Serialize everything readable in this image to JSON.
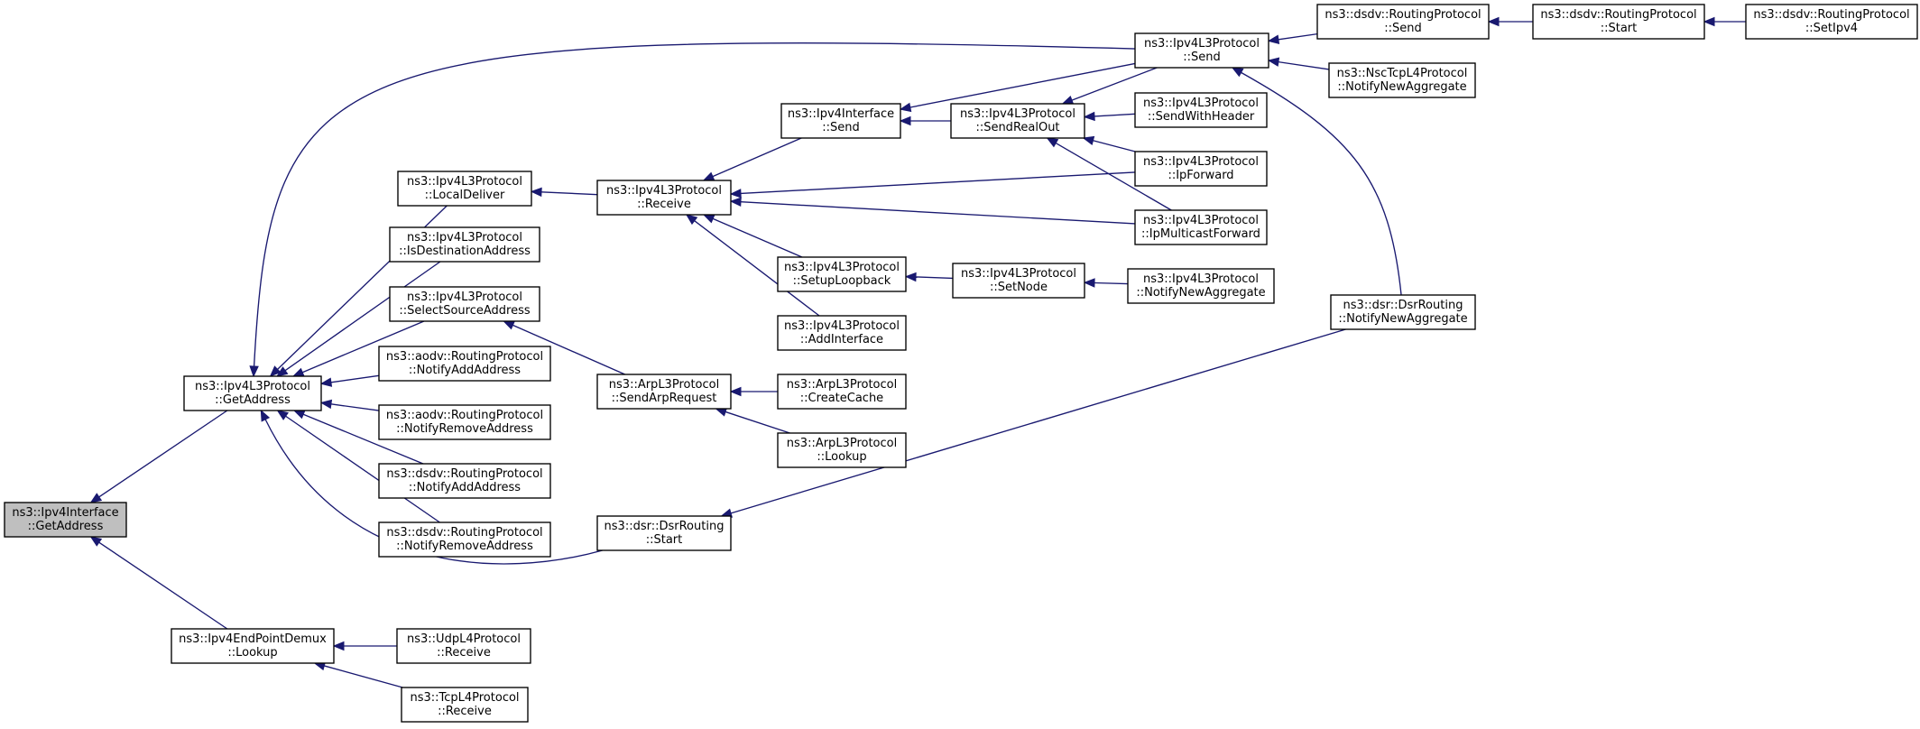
{
  "graph": {
    "nodes": [
      {
        "id": "n0",
        "lines": [
          "ns3::Ipv4Interface",
          "::GetAddress"
        ],
        "focus": true
      },
      {
        "id": "n1",
        "lines": [
          "ns3::Ipv4L3Protocol",
          "::GetAddress"
        ]
      },
      {
        "id": "n2",
        "lines": [
          "ns3::Ipv4EndPointDemux",
          "::Lookup"
        ]
      },
      {
        "id": "n3",
        "lines": [
          "ns3::Ipv4L3Protocol",
          "::LocalDeliver"
        ]
      },
      {
        "id": "n4",
        "lines": [
          "ns3::Ipv4L3Protocol",
          "::IsDestinationAddress"
        ]
      },
      {
        "id": "n5",
        "lines": [
          "ns3::Ipv4L3Protocol",
          "::SelectSourceAddress"
        ]
      },
      {
        "id": "n6",
        "lines": [
          "ns3::aodv::RoutingProtocol",
          "::NotifyAddAddress"
        ]
      },
      {
        "id": "n7",
        "lines": [
          "ns3::aodv::RoutingProtocol",
          "::NotifyRemoveAddress"
        ]
      },
      {
        "id": "n8",
        "lines": [
          "ns3::dsdv::RoutingProtocol",
          "::NotifyAddAddress"
        ]
      },
      {
        "id": "n9",
        "lines": [
          "ns3::dsdv::RoutingProtocol",
          "::NotifyRemoveAddress"
        ]
      },
      {
        "id": "n10",
        "lines": [
          "ns3::Ipv4L3Protocol",
          "::Receive"
        ]
      },
      {
        "id": "n11",
        "lines": [
          "ns3::ArpL3Protocol",
          "::SendArpRequest"
        ]
      },
      {
        "id": "n12",
        "lines": [
          "ns3::dsr::DsrRouting",
          "::Start"
        ]
      },
      {
        "id": "n13",
        "lines": [
          "ns3::Ipv4Interface",
          "::Send"
        ]
      },
      {
        "id": "n14",
        "lines": [
          "ns3::Ipv4L3Protocol",
          "::SetupLoopback"
        ]
      },
      {
        "id": "n15",
        "lines": [
          "ns3::Ipv4L3Protocol",
          "::AddInterface"
        ]
      },
      {
        "id": "n16",
        "lines": [
          "ns3::ArpL3Protocol",
          "::CreateCache"
        ]
      },
      {
        "id": "n17",
        "lines": [
          "ns3::ArpL3Protocol",
          "::Lookup"
        ]
      },
      {
        "id": "n18",
        "lines": [
          "ns3::Ipv4L3Protocol",
          "::SendRealOut"
        ]
      },
      {
        "id": "n19",
        "lines": [
          "ns3::Ipv4L3Protocol",
          "::SetNode"
        ]
      },
      {
        "id": "n20",
        "lines": [
          "ns3::Ipv4L3Protocol",
          "::Send"
        ]
      },
      {
        "id": "n21",
        "lines": [
          "ns3::Ipv4L3Protocol",
          "::SendWithHeader"
        ]
      },
      {
        "id": "n22",
        "lines": [
          "ns3::Ipv4L3Protocol",
          "::IpForward"
        ]
      },
      {
        "id": "n23",
        "lines": [
          "ns3::Ipv4L3Protocol",
          "::IpMulticastForward"
        ]
      },
      {
        "id": "n24",
        "lines": [
          "ns3::Ipv4L3Protocol",
          "::NotifyNewAggregate"
        ]
      },
      {
        "id": "n25",
        "lines": [
          "ns3::dsdv::RoutingProtocol",
          "::Send"
        ]
      },
      {
        "id": "n26",
        "lines": [
          "ns3::NscTcpL4Protocol",
          "::NotifyNewAggregate"
        ]
      },
      {
        "id": "n27",
        "lines": [
          "ns3::dsr::DsrRouting",
          "::NotifyNewAggregate"
        ]
      },
      {
        "id": "n28",
        "lines": [
          "ns3::dsdv::RoutingProtocol",
          "::Start"
        ]
      },
      {
        "id": "n29",
        "lines": [
          "ns3::dsdv::RoutingProtocol",
          "::SetIpv4"
        ]
      },
      {
        "id": "n30",
        "lines": [
          "ns3::UdpL4Protocol",
          "::Receive"
        ]
      },
      {
        "id": "n31",
        "lines": [
          "ns3::TcpL4Protocol",
          "::Receive"
        ]
      }
    ],
    "edges": [
      {
        "from": "n1",
        "to": "n0"
      },
      {
        "from": "n2",
        "to": "n0"
      },
      {
        "from": "n3",
        "to": "n1"
      },
      {
        "from": "n4",
        "to": "n1"
      },
      {
        "from": "n5",
        "to": "n1"
      },
      {
        "from": "n6",
        "to": "n1"
      },
      {
        "from": "n7",
        "to": "n1"
      },
      {
        "from": "n8",
        "to": "n1"
      },
      {
        "from": "n9",
        "to": "n1"
      },
      {
        "from": "n12",
        "to": "n1"
      },
      {
        "from": "n20",
        "to": "n1"
      },
      {
        "from": "n10",
        "to": "n3"
      },
      {
        "from": "n11",
        "to": "n5"
      },
      {
        "from": "n13",
        "to": "n10"
      },
      {
        "from": "n14",
        "to": "n10"
      },
      {
        "from": "n15",
        "to": "n10"
      },
      {
        "from": "n22",
        "to": "n10"
      },
      {
        "from": "n23",
        "to": "n10"
      },
      {
        "from": "n16",
        "to": "n11"
      },
      {
        "from": "n17",
        "to": "n11"
      },
      {
        "from": "n27",
        "to": "n12"
      },
      {
        "from": "n18",
        "to": "n13"
      },
      {
        "from": "n20",
        "to": "n13"
      },
      {
        "from": "n19",
        "to": "n14"
      },
      {
        "from": "n20",
        "to": "n18"
      },
      {
        "from": "n21",
        "to": "n18"
      },
      {
        "from": "n22",
        "to": "n18"
      },
      {
        "from": "n23",
        "to": "n18"
      },
      {
        "from": "n24",
        "to": "n19"
      },
      {
        "from": "n25",
        "to": "n20"
      },
      {
        "from": "n26",
        "to": "n20"
      },
      {
        "from": "n27",
        "to": "n20"
      },
      {
        "from": "n28",
        "to": "n25"
      },
      {
        "from": "n29",
        "to": "n28"
      },
      {
        "from": "n30",
        "to": "n2"
      },
      {
        "from": "n31",
        "to": "n2"
      }
    ]
  },
  "colors": {
    "edge": "#191970",
    "node_border": "#000000",
    "node_fill": "#ffffff",
    "focus_fill": "#bfbfbf"
  }
}
